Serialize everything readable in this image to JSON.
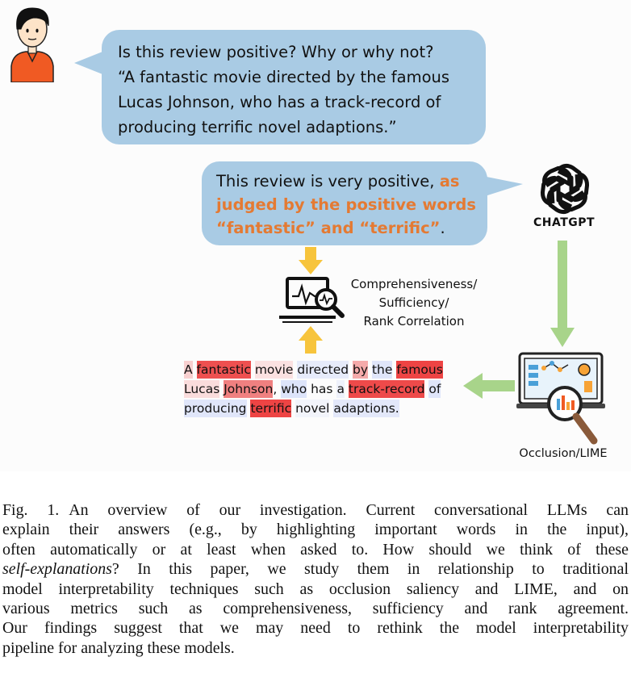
{
  "question": {
    "lines": [
      "Is this review positive? Why or why not?",
      "“A fantastic movie directed by the famous",
      "Lucas Johnson, who has a track-record of",
      "producing terrific novel adaptions.”"
    ]
  },
  "answer": {
    "line1_plain": "This review is very positive,",
    "line1_hl": "as",
    "line2_hl": "judged by the positive words",
    "line3_hl": "“fantastic” and “terrific”",
    "line3_end": "."
  },
  "chatgpt_label": "CHATGPT",
  "metrics": [
    "Comprehensiveness/",
    "Sufficiency/",
    "Rank Correlation"
  ],
  "occlusion_label": "Occlusion/LIME",
  "review_tokens": [
    [
      {
        "t": "A",
        "c": "#f8d0d0"
      },
      {
        "t": " ",
        "c": ""
      },
      {
        "t": "fantastic",
        "c": "#ee5050"
      },
      {
        "t": " ",
        "c": ""
      },
      {
        "t": "movie",
        "c": "#fbe1e1"
      },
      {
        "t": " ",
        "c": ""
      },
      {
        "t": "directed",
        "c": "#e6ebfa"
      },
      {
        "t": " ",
        "c": ""
      },
      {
        "t": "by",
        "c": "#f5aaaa"
      },
      {
        "t": " ",
        "c": ""
      },
      {
        "t": "the",
        "c": "#dfe5fa"
      },
      {
        "t": " ",
        "c": ""
      },
      {
        "t": "famous",
        "c": "#ee4444"
      }
    ],
    [
      {
        "t": "Lucas",
        "c": "#fadcdc"
      },
      {
        "t": " ",
        "c": ""
      },
      {
        "t": "Johnson",
        "c": "#f08080"
      },
      {
        "t": ", ",
        "c": ""
      },
      {
        "t": "who",
        "c": "#dde4fa"
      },
      {
        "t": " ",
        "c": ""
      },
      {
        "t": "has",
        "c": ""
      },
      {
        "t": " ",
        "c": ""
      },
      {
        "t": "a",
        "c": "#eef1fb"
      },
      {
        "t": " ",
        "c": ""
      },
      {
        "t": "track-record",
        "c": "#ee4a4a"
      },
      {
        "t": " ",
        "c": ""
      },
      {
        "t": "of",
        "c": "#dfe5fa"
      }
    ],
    [
      {
        "t": "producing",
        "c": "#e0e6fa"
      },
      {
        "t": " ",
        "c": ""
      },
      {
        "t": "terrific",
        "c": "#ee4444"
      },
      {
        "t": " ",
        "c": ""
      },
      {
        "t": "novel",
        "c": "#f2f4fb"
      },
      {
        "t": " ",
        "c": ""
      },
      {
        "t": "adaptions.",
        "c": "#e3e8fa"
      }
    ]
  ],
  "caption": {
    "fig_label": "Fig. 1.",
    "line1": "An overview of our investigation. Current conversational LLMs can",
    "line2": "explain their answers (e.g., by highlighting important words in the input),",
    "line3": "often automatically or at least when asked to. How should we think of these",
    "line4_italic": "self-explanations",
    "line4_rest": "? In this paper, we study them in relationship to traditional",
    "line5": "model interpretability techniques such as occlusion saliency and LIME, and on",
    "line6": "various metrics such as comprehensiveness, sufficiency and rank agreement.",
    "line7": "Our findings suggest that we may need to rethink the model interpretability",
    "line8": "pipeline for analyzing these models."
  },
  "colors": {
    "bubble": "#a9cbe4",
    "highlight_text": "#e47a33",
    "arrow_yellow": "#f7c43c",
    "arrow_green": "#a8d48a",
    "avatar_shirt": "#f05a23"
  }
}
